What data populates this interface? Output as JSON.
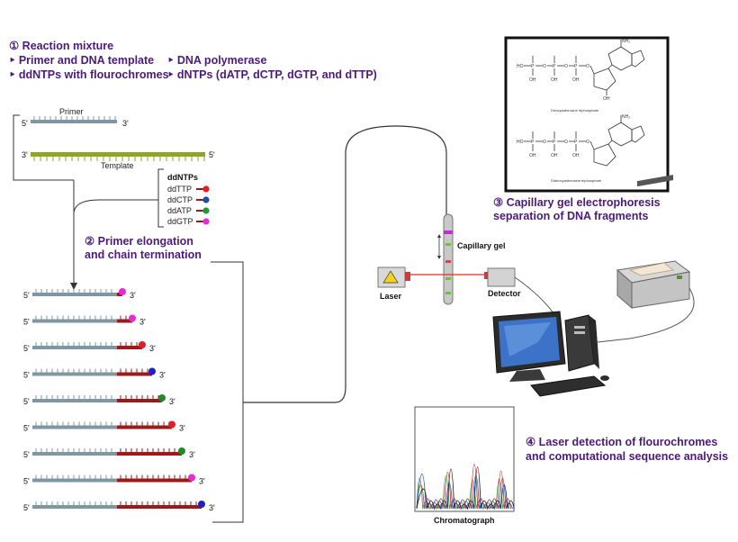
{
  "step1": {
    "heading": "① Reaction mixture",
    "bullet1": "‣ Primer and DNA template",
    "bullet2": "‣ DNA polymerase",
    "bullet3": "‣ ddNTPs with flourochromes",
    "bullet4": "‣ dNTPs (dATP, dCTP, dGTP, and dTTP)"
  },
  "primer": {
    "label": "Primer",
    "five": "5'",
    "three": "3'"
  },
  "template": {
    "label": "Template",
    "three": "3'",
    "five": "5'"
  },
  "ddntps": {
    "title": "ddNTPs",
    "items": [
      {
        "label": "ddTTP",
        "color": "#e21f26"
      },
      {
        "label": "ddCTP",
        "color": "#1f4fa3"
      },
      {
        "label": "ddATP",
        "color": "#1e9a3c"
      },
      {
        "label": "ddGTP",
        "color": "#e62bd0"
      }
    ]
  },
  "step2": {
    "line1": "② Primer elongation",
    "line2": "and chain termination"
  },
  "fragments": {
    "five": "5'",
    "three": "3'",
    "items": [
      {
        "ext": 0,
        "dye": "#e62bd0"
      },
      {
        "ext": 1,
        "dye": "#e62bd0"
      },
      {
        "ext": 2,
        "dye": "#e21f26"
      },
      {
        "ext": 3,
        "dye": "#1f1fc9"
      },
      {
        "ext": 4,
        "dye": "#1e8a2a"
      },
      {
        "ext": 5,
        "dye": "#e21f26"
      },
      {
        "ext": 6,
        "dye": "#1e8a2a"
      },
      {
        "ext": 7,
        "dye": "#e62bd0"
      },
      {
        "ext": 8,
        "dye": "#1f1fc9"
      }
    ]
  },
  "structures": {
    "caption1": "Deoxyadenosine triphosphate",
    "caption2": "Dideoxyadenosine triphosphate"
  },
  "step3": {
    "line1": "③ Capillary gel electrophoresis",
    "line2": "separation of DNA fragments"
  },
  "capillary_label": "Capillary gel",
  "laser_label": "Laser",
  "detector_label": "Detector",
  "step4": {
    "line1": "④ Laser detection of flourochromes",
    "line2": "and computational sequence analysis"
  },
  "chromatograph_label": "Chromatograph"
}
